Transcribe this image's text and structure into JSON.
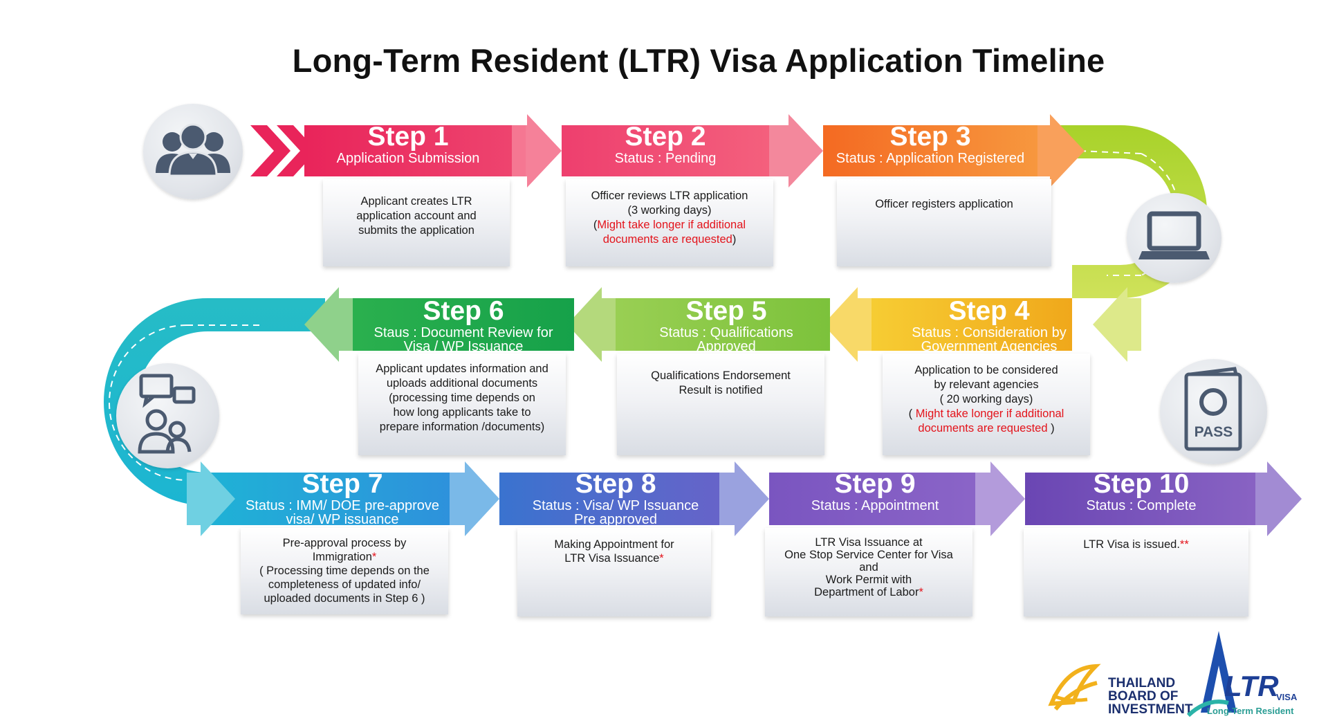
{
  "title": "Long-Term Resident (LTR) Visa Application Timeline",
  "steps": [
    {
      "num": "Step 1",
      "status": "Application Submission",
      "desc": [
        "Applicant creates LTR",
        "application account and",
        "submits the application"
      ],
      "color": "#e8315a"
    },
    {
      "num": "Step 2",
      "status": "Status : Pending",
      "desc": [
        "Officer reviews LTR application",
        "(3 working days)"
      ],
      "red_pre": "(",
      "red": [
        "Might take longer if additional",
        "documents are requested"
      ],
      "red_post": ")",
      "color": "#ee3f6e"
    },
    {
      "num": "Step 3",
      "status": "Status : Application Registered",
      "desc": [
        "Officer registers application"
      ],
      "color": "#f47a1f"
    },
    {
      "num": "Step 4",
      "status": "Status : Consideration by\nGovernment Agencies",
      "desc": [
        "Application to be considered",
        "by relevant agencies",
        "( 20 working days)"
      ],
      "red_pre": "( ",
      "red": [
        "Might take longer if additional",
        "documents are requested"
      ],
      "red_post": " )",
      "color": "#f2b81c"
    },
    {
      "num": "Step 5",
      "status": "Status : Qualifications\nApproved",
      "desc": [
        "Qualifications Endorsement",
        "Result is notified"
      ],
      "color": "#7dbf3a"
    },
    {
      "num": "Step 6",
      "status": "Staus : Document Review for\nVisa / WP Issuance",
      "desc": [
        "Applicant updates information and",
        "uploads additional documents",
        "(processing time depends on",
        "how long applicants take to",
        "prepare information /documents)"
      ],
      "color": "#22a84a"
    },
    {
      "num": "Step 7",
      "status": "Status : IMM/ DOE pre-approve\nvisa/ WP issuance",
      "desc": [
        "Pre-approval process by",
        "Immigration",
        "( Processing time depends on the",
        "completeness of updated info/",
        "uploaded documents in Step 6 )"
      ],
      "star_line": 1,
      "stars": "*",
      "color": "#1a8fd6"
    },
    {
      "num": "Step 8",
      "status": "Status : Visa/ WP Issuance\nPre approved",
      "desc": [
        "Making Appointment for",
        "LTR Visa Issuance"
      ],
      "star_line": 1,
      "stars": "*",
      "color": "#5b62c4"
    },
    {
      "num": "Step 9",
      "status": "Status : Appointment",
      "desc": [
        "LTR Visa Issuance at",
        "One Stop Service Center for Visa",
        "and",
        "Work Permit with",
        "Department of Labor"
      ],
      "star_line": 4,
      "stars": "*",
      "color": "#7a5bc0"
    },
    {
      "num": "Step 10",
      "status": "Status : Complete",
      "desc": [
        "LTR Visa is issued."
      ],
      "star_line": 0,
      "stars": "**",
      "color": "#6f4fb8"
    }
  ],
  "icons": [
    "people-group-icon",
    "laptop-icon",
    "passport-icon",
    "chat-people-icon"
  ],
  "passport_text": "PASS",
  "logos": {
    "boi_lines": [
      "THAILAND",
      "BOARD OF",
      "INVESTMENT"
    ],
    "ltr_main": "LTR",
    "ltr_small": "VISA",
    "ltr_sub": "Long-Term Resident"
  }
}
